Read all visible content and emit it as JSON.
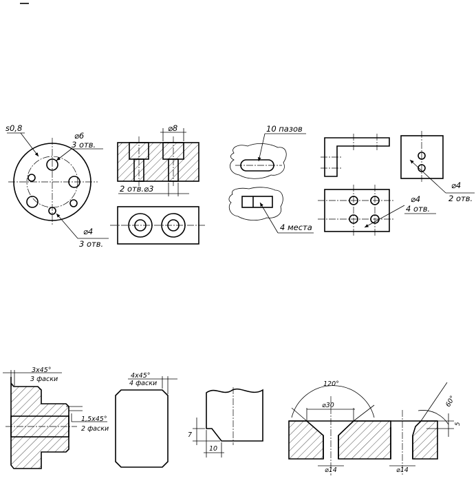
{
  "figure1": {
    "panel_a": {
      "thickness": "s0,8",
      "hole_big_d": "⌀6",
      "hole_big_n": "3 отв.",
      "hole_small_d": "⌀4",
      "hole_small_n": "3 отв."
    },
    "panel_b": {
      "top_d": "⌀8",
      "bottom_note": "2 отв.⌀3"
    },
    "panel_c": {
      "slots": "10 пазов",
      "places": "4 места"
    },
    "panel_d": {
      "holes_a_d": "⌀4",
      "holes_a_n": "2 отв.",
      "holes_b_d": "⌀4",
      "holes_b_n": "4 отв."
    }
  },
  "figure2": {
    "chamfer1_size": "3x45°",
    "chamfer1_count": "3 фаски",
    "chamfer2_size": "1,5x45°",
    "chamfer2_count": "2 фаски",
    "chamfer3_size": "4x45°",
    "chamfer3_count": "4 фаски",
    "step_h": "7",
    "step_w": "10",
    "cs_angle": "120°",
    "cs_d": "⌀30",
    "cs_hole_d": "⌀14",
    "cb_angle": "60°",
    "cb_depth": "5",
    "cb_hole_d": "⌀14"
  }
}
